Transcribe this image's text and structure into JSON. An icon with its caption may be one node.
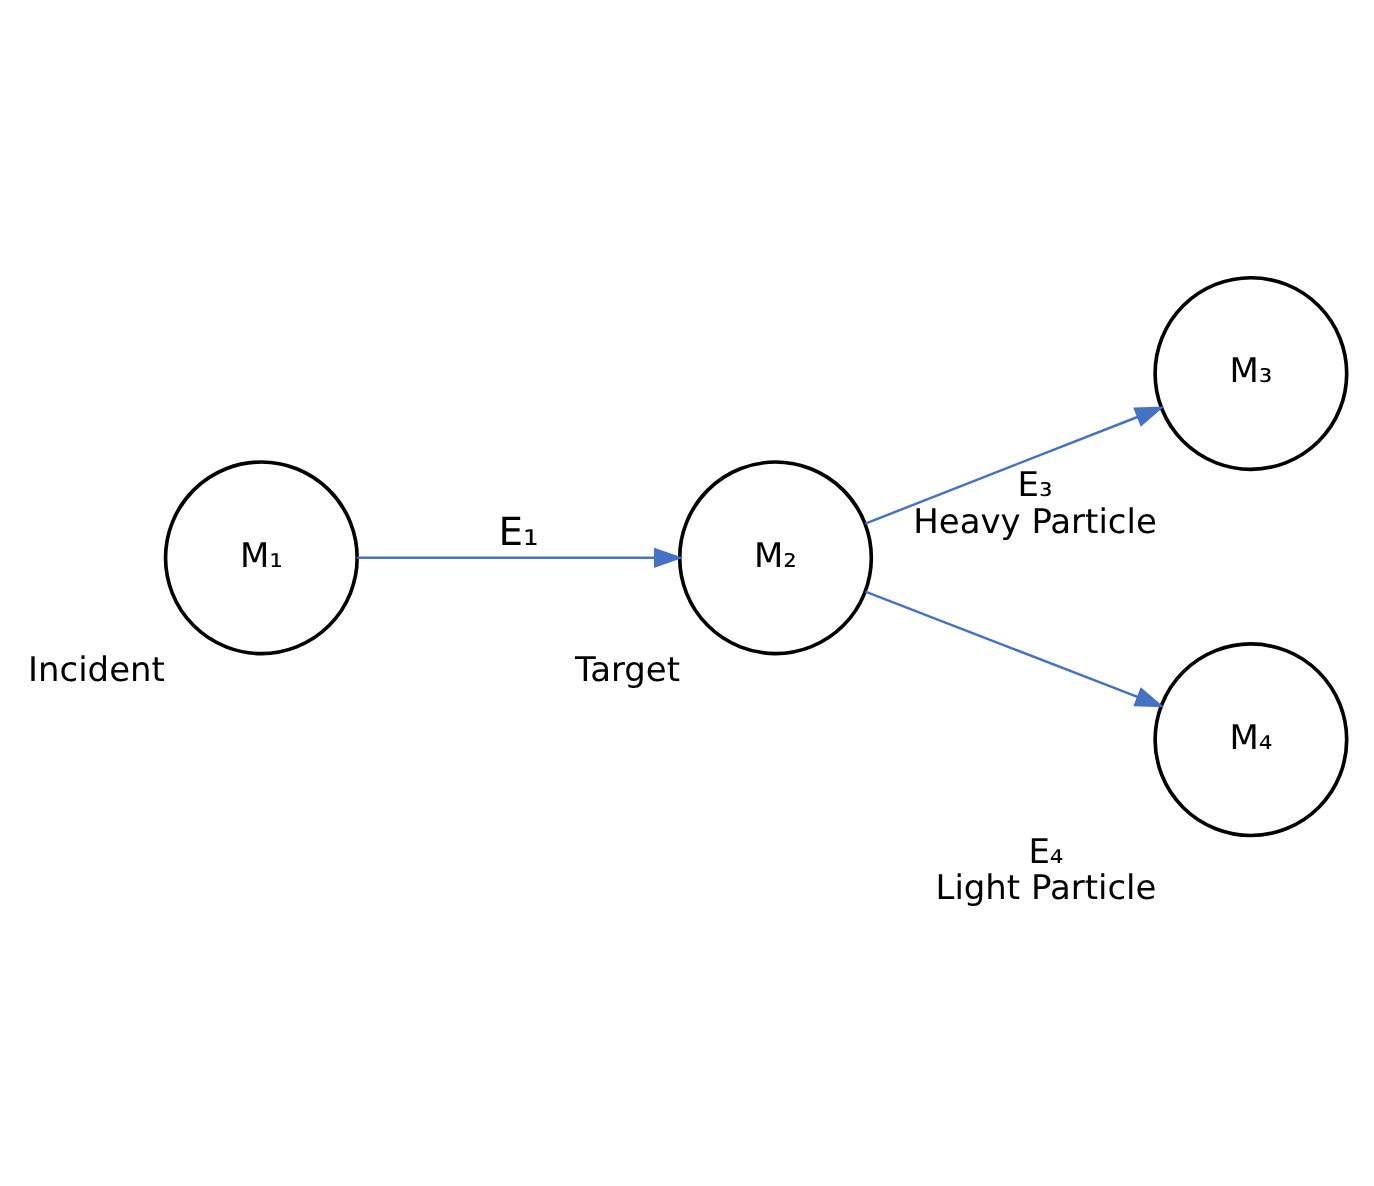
{
  "diagram": {
    "nodes": [
      {
        "text": [
          "M₁"
        ],
        "beside": [
          "Incident"
        ]
      },
      {
        "text": [
          "M₂"
        ],
        "beside": [
          "Target"
        ]
      },
      {
        "text": [
          "M₃"
        ],
        "beside": [
          "E₃",
          "Heavy Particle"
        ]
      },
      {
        "text": [
          "M₄"
        ],
        "beside": [
          "E₄",
          "Light Particle"
        ]
      }
    ],
    "edges": [
      {
        "from": 0,
        "to": 1,
        "arrow": "to",
        "label": "E₁"
      },
      {
        "from": 1,
        "to": 2,
        "arrow": "to"
      },
      {
        "from": 1,
        "to": 3,
        "arrow": "to"
      }
    ]
  }
}
